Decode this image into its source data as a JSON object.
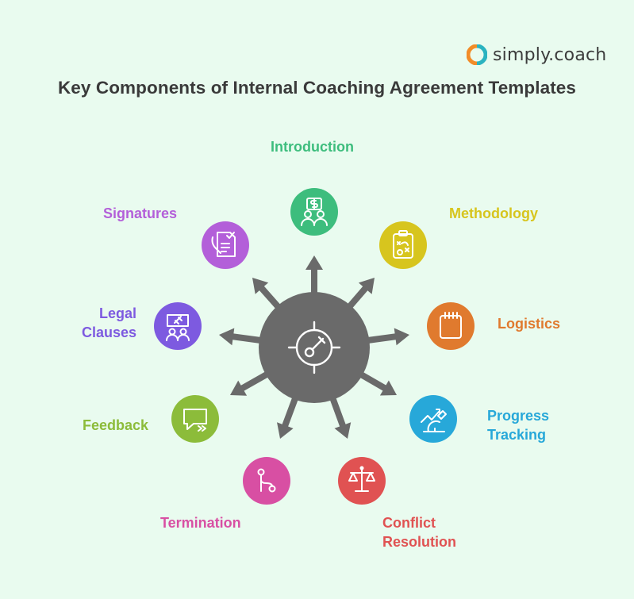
{
  "brand": {
    "name": "simply.coach",
    "colors": [
      "#f28c28",
      "#2bb3c0"
    ]
  },
  "title": "Key Components of Internal Coaching Agreement Templates",
  "hub": {
    "color": "#6a6a6a",
    "icon": "target-gauge-icon"
  },
  "arrow_color": "#6a6a6a",
  "components": [
    {
      "key": "introduction",
      "lines": [
        "Introduction"
      ],
      "color": "#3dbd7d",
      "icon": "money-people-icon"
    },
    {
      "key": "methodology",
      "lines": [
        "Methodology"
      ],
      "color": "#d7c51e",
      "icon": "strategy-clipboard-icon"
    },
    {
      "key": "logistics",
      "lines": [
        "Logistics"
      ],
      "color": "#e07a2e",
      "icon": "calendar-icon"
    },
    {
      "key": "progress-tracking",
      "lines": [
        "Progress",
        "Tracking"
      ],
      "color": "#27a8d9",
      "icon": "microscope-chart-icon"
    },
    {
      "key": "conflict-resolution",
      "lines": [
        "Conflict",
        "Resolution"
      ],
      "color": "#e05252",
      "icon": "scales-icon"
    },
    {
      "key": "termination",
      "lines": [
        "Termination"
      ],
      "color": "#d84fa3",
      "icon": "branch-icon"
    },
    {
      "key": "feedback",
      "lines": [
        "Feedback"
      ],
      "color": "#8cbc3a",
      "icon": "chat-bubble-icon"
    },
    {
      "key": "legal-clauses",
      "lines": [
        "Legal",
        "Clauses"
      ],
      "color": "#7d5ae0",
      "icon": "gavel-people-icon"
    },
    {
      "key": "signatures",
      "lines": [
        "Signatures"
      ],
      "color": "#b35fd9",
      "icon": "signed-document-icon"
    }
  ]
}
